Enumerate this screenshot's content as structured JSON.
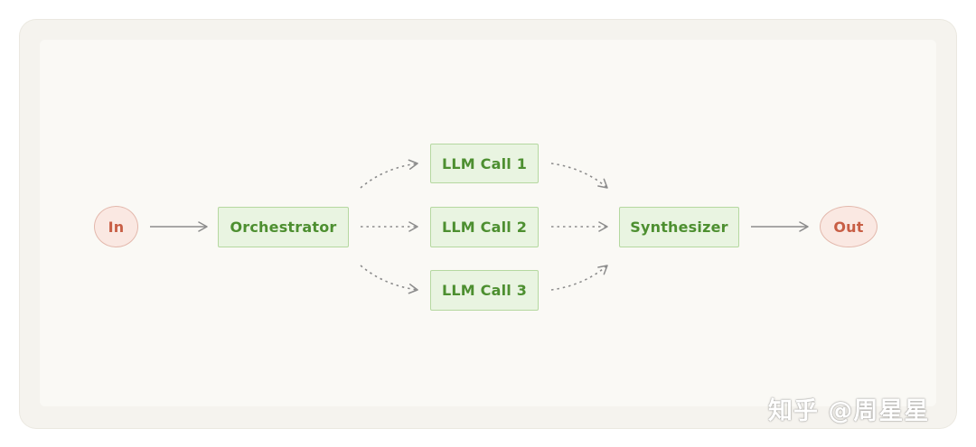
{
  "diagram": {
    "nodes": {
      "input": "In",
      "orchestrator": "Orchestrator",
      "llm_call_1": "LLM Call 1",
      "llm_call_2": "LLM Call 2",
      "llm_call_3": "LLM Call 3",
      "synthesizer": "Synthesizer",
      "output": "Out"
    },
    "edges": [
      {
        "from": "In",
        "to": "Orchestrator",
        "style": "solid"
      },
      {
        "from": "Orchestrator",
        "to": "LLM Call 1",
        "style": "dotted"
      },
      {
        "from": "Orchestrator",
        "to": "LLM Call 2",
        "style": "dotted"
      },
      {
        "from": "Orchestrator",
        "to": "LLM Call 3",
        "style": "dotted"
      },
      {
        "from": "LLM Call 1",
        "to": "Synthesizer",
        "style": "dotted"
      },
      {
        "from": "LLM Call 2",
        "to": "Synthesizer",
        "style": "dotted"
      },
      {
        "from": "LLM Call 3",
        "to": "Synthesizer",
        "style": "dotted"
      },
      {
        "from": "Synthesizer",
        "to": "Out",
        "style": "solid"
      }
    ],
    "colors": {
      "terminal_fill": "#fae8e2",
      "terminal_text": "#c85e45",
      "box_fill": "#e9f4e1",
      "box_text": "#4d8f30",
      "arrow": "#8c8c8c"
    }
  },
  "watermark": "知乎 @周星星"
}
